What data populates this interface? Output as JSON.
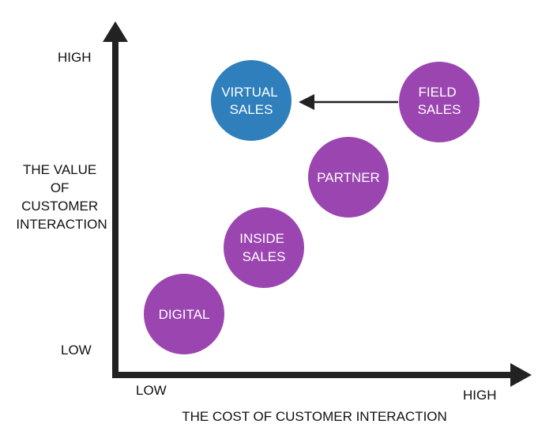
{
  "y_axis": {
    "high_label": "HIGH",
    "low_label": "LOW",
    "title_lines": [
      "THE VALUE",
      "OF",
      "CUSTOMER",
      "INTERACTION"
    ]
  },
  "x_axis": {
    "low_label": "LOW",
    "high_label": "HIGH",
    "title": "THE COST OF CUSTOMER INTERACTION"
  },
  "colors": {
    "axis": "#222222",
    "purple": "#9b45b0",
    "blue": "#2f7fbd",
    "arrow": "#222222",
    "node_text": "#ffffff"
  },
  "nodes": [
    {
      "id": "virtual-sales",
      "lines": [
        "VIRTUAL",
        "SALES"
      ],
      "color": "blue"
    },
    {
      "id": "field-sales",
      "lines": [
        "FIELD",
        "SALES"
      ],
      "color": "purple"
    },
    {
      "id": "partner",
      "lines": [
        "PARTNER"
      ],
      "color": "purple"
    },
    {
      "id": "inside-sales",
      "lines": [
        "INSIDE",
        "SALES"
      ],
      "color": "purple"
    },
    {
      "id": "digital",
      "lines": [
        "DIGITAL"
      ],
      "color": "purple"
    }
  ],
  "edges": [
    {
      "from": "field-sales",
      "to": "virtual-sales"
    }
  ]
}
